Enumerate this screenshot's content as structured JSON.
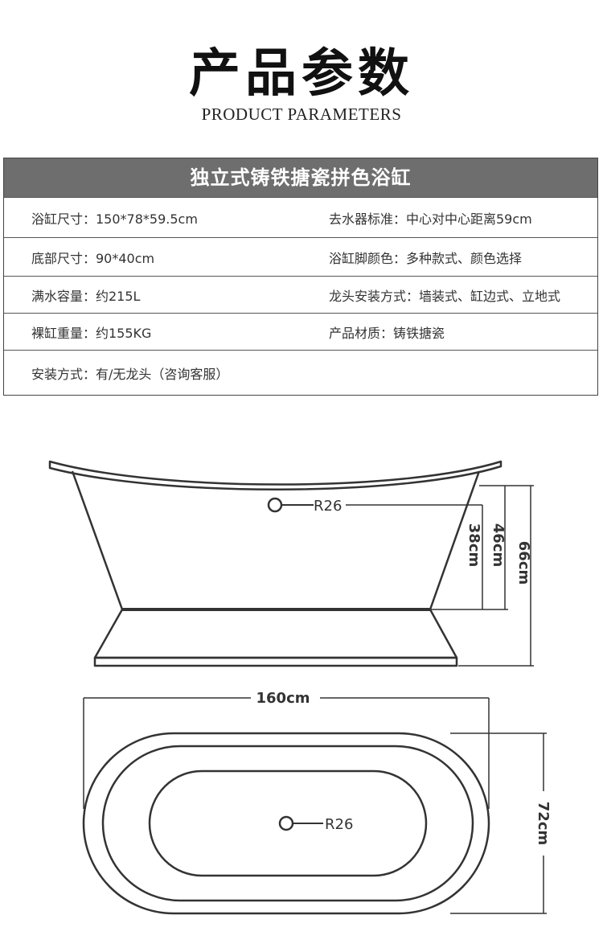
{
  "heading": {
    "title_cn": "产品参数",
    "title_en": "PRODUCT PARAMETERS"
  },
  "table": {
    "header": "独立式铸铁搪瓷拼色浴缸",
    "rows": [
      {
        "left": "浴缸尺寸：150*78*59.5cm",
        "right": "去水器标准：中心对中心距离59cm"
      },
      {
        "left": "底部尺寸：90*40cm",
        "right": "浴缸脚颜色：多种款式、颜色选择"
      },
      {
        "left": "满水容量：约215L",
        "right": "龙头安装方式：墙装式、缸边式、立地式"
      },
      {
        "left": "裸缸重量：约155KG",
        "right": "产品材质：铸铁搪瓷"
      },
      {
        "left": "安装方式：有/无龙头（咨询客服）",
        "right": ""
      }
    ]
  },
  "diagram": {
    "side_view": {
      "drain_label": "R26",
      "dim_46": "46cm",
      "dim_38": "38cm",
      "dim_66": "66cm"
    },
    "top_view": {
      "length_label": "160cm",
      "width_label": "72cm",
      "drain_label": "R26"
    },
    "line_color": "#333333"
  }
}
